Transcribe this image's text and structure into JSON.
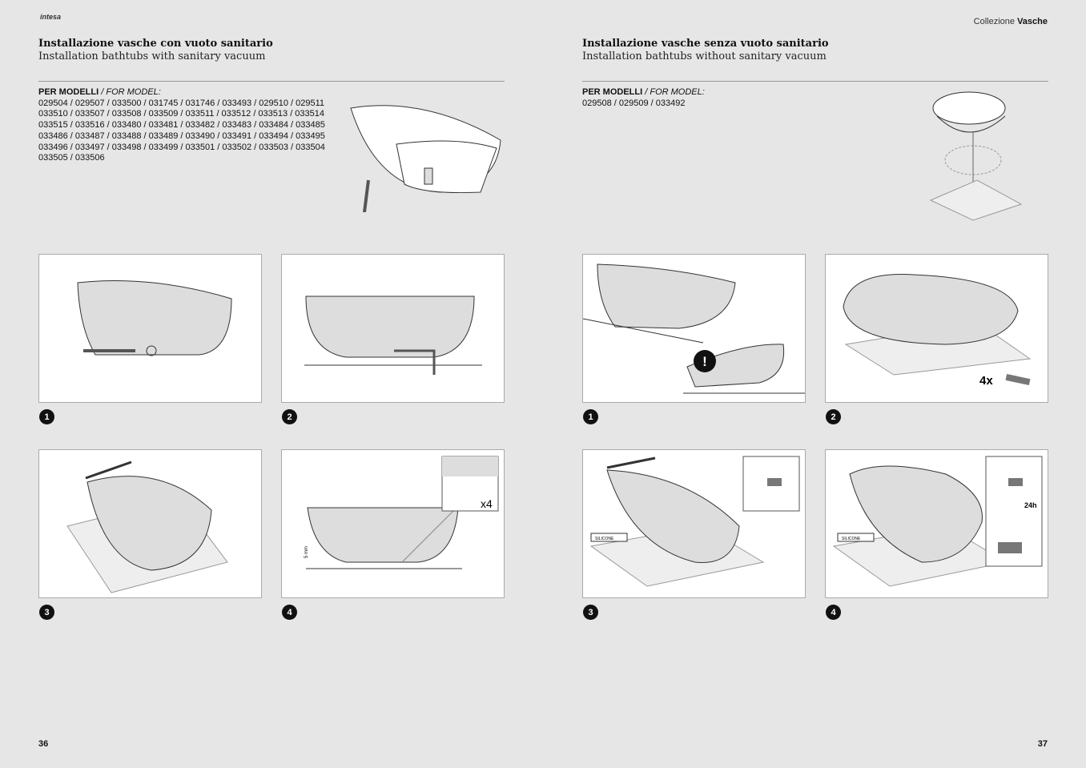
{
  "header": {
    "logo": "intesa",
    "collection_prefix": "Collezione",
    "collection_name": "Vasche"
  },
  "left": {
    "title_it": "Installazione vasche con vuoto sanitario",
    "title_en": "Installation bathtubs with sanitary vacuum",
    "models_label": "PER MODELLI",
    "models_label_en": "/ FOR MODEL:",
    "models": [
      "029504 / 029507 / 033500 / 031745 / 031746 / 033493 / 029510 / 029511",
      "033510 / 033507 / 033508 / 033509 / 033511 / 033512 / 033513 / 033514",
      "033515 / 033516 / 033480 / 033481 / 033482 / 033483 / 033484 / 033485",
      "033486 / 033487 / 033488 / 033489 / 033490 / 033491 / 033494 / 033495",
      "033496 / 033497 / 033498 / 033499 / 033501 / 033502 / 033503 / 033504",
      "033505 / 033506"
    ],
    "steps": [
      "1",
      "2",
      "3",
      "4"
    ],
    "labels": {
      "x4": "x4",
      "mm": "5 mm"
    },
    "page_number": "36"
  },
  "right": {
    "title_it": "Installazione vasche senza vuoto sanitario",
    "title_en": "Installation bathtubs without sanitary vacuum",
    "models_label": "PER MODELLI",
    "models_label_en": "/ FOR MODEL:",
    "models": [
      "029508 / 029509 / 033492"
    ],
    "steps": [
      "1",
      "2",
      "3",
      "4"
    ],
    "labels": {
      "warning": "!",
      "qty": "4x",
      "time": "24h",
      "silicone": "SILICONE"
    },
    "page_number": "37"
  }
}
